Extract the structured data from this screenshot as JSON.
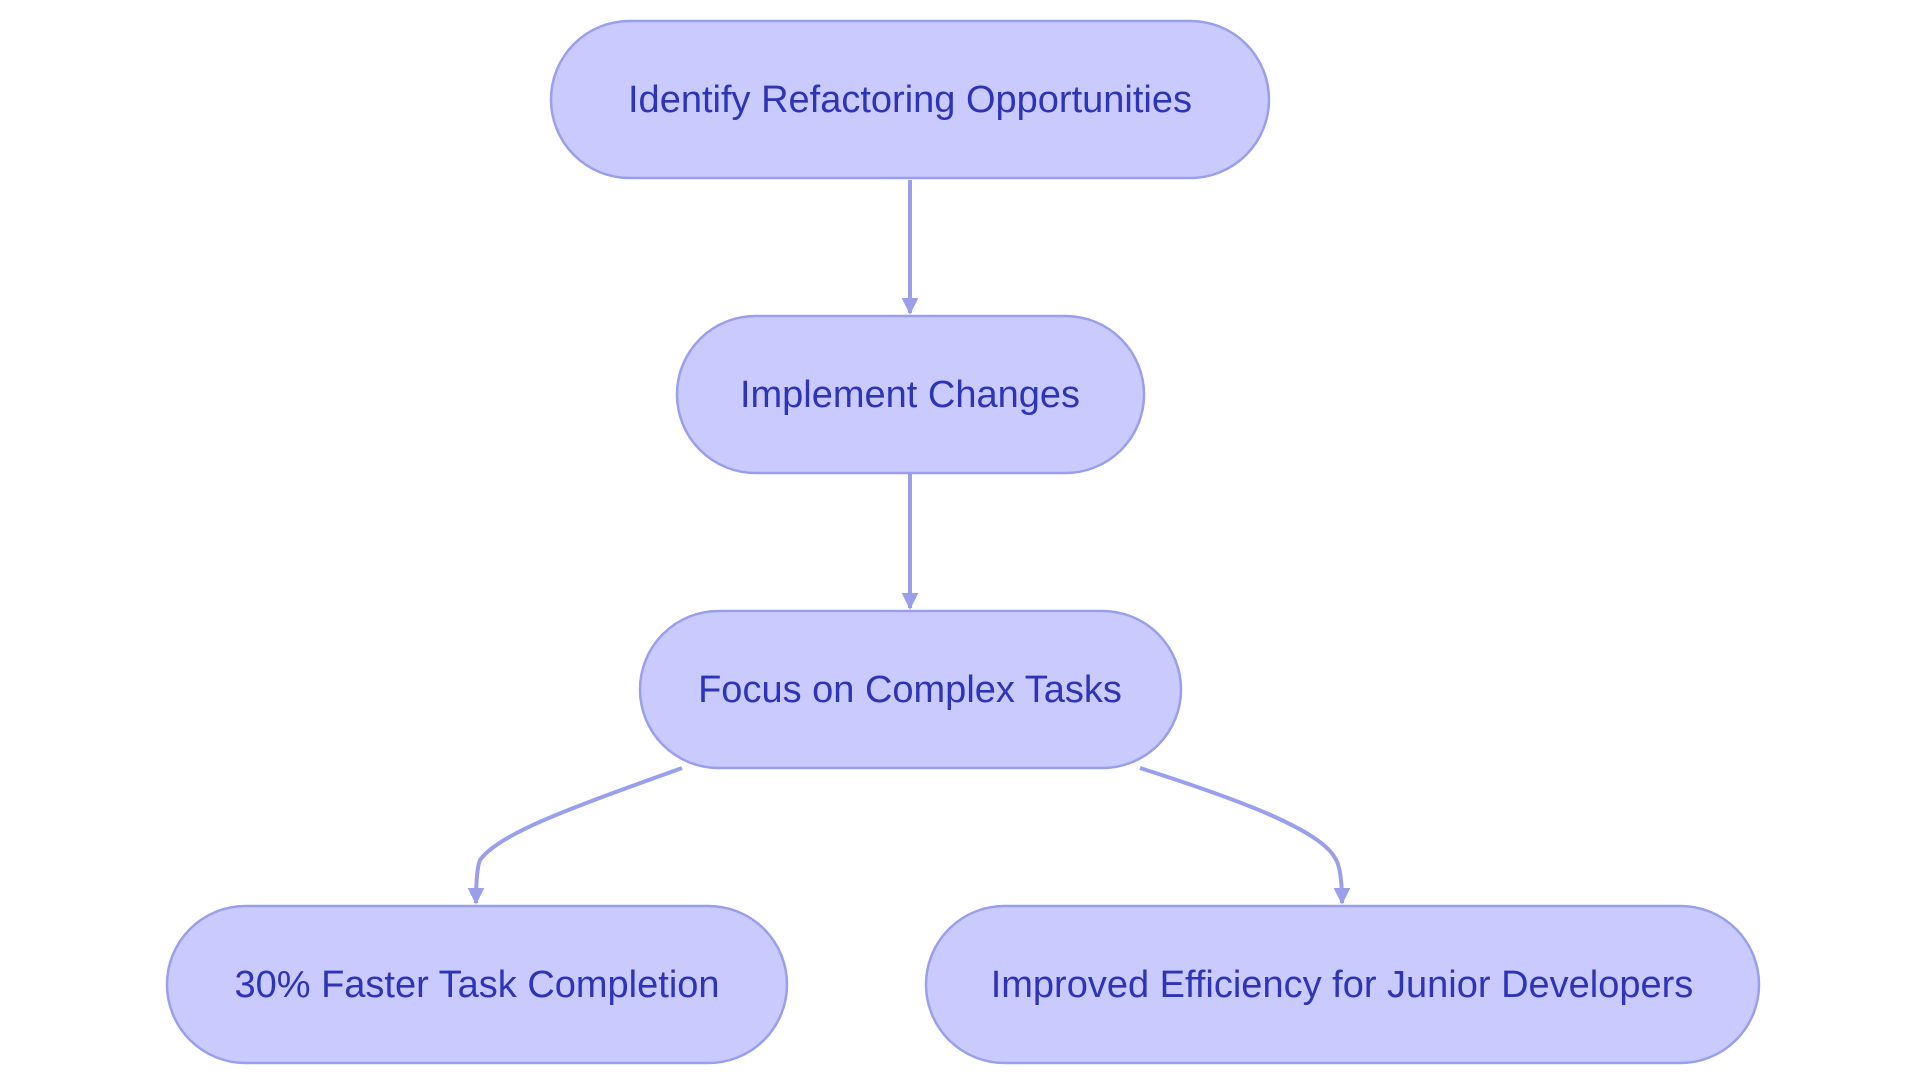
{
  "colors": {
    "background": "#ffffff",
    "node_fill": "#c9cbfe",
    "node_stroke": "#9a9fec",
    "node_text": "#2f33b5",
    "edge": "#9a9fec"
  },
  "diagram": {
    "type": "flowchart",
    "nodes": [
      {
        "id": "identify",
        "label": "Identify Refactoring Opportunities"
      },
      {
        "id": "implement",
        "label": "Implement Changes"
      },
      {
        "id": "focus",
        "label": "Focus on Complex Tasks"
      },
      {
        "id": "faster",
        "label": "30% Faster Task Completion"
      },
      {
        "id": "efficiency",
        "label": "Improved Efficiency for Junior Developers"
      }
    ],
    "edges": [
      {
        "from": "identify",
        "to": "implement"
      },
      {
        "from": "implement",
        "to": "focus"
      },
      {
        "from": "focus",
        "to": "faster"
      },
      {
        "from": "focus",
        "to": "efficiency"
      }
    ]
  }
}
